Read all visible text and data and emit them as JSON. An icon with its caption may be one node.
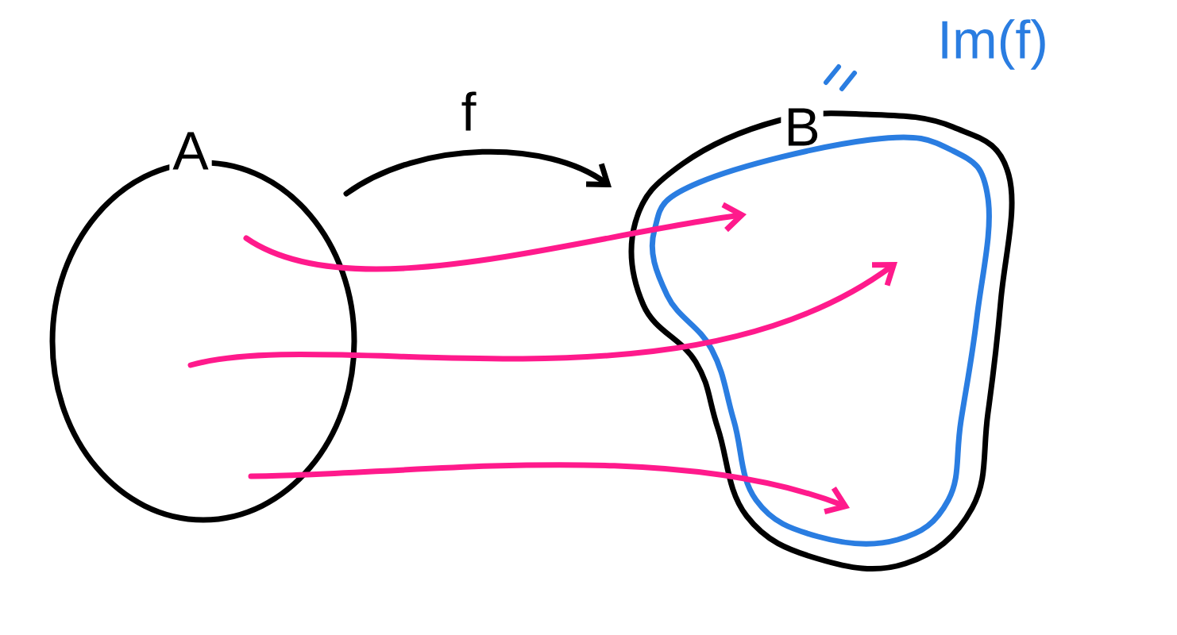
{
  "diagram": {
    "nodes": [
      {
        "text": [
          "A"
        ]
      },
      {
        "text": [
          "B"
        ]
      },
      {
        "text": [
          "Im(f)"
        ],
        "in": 1
      }
    ],
    "edges": [
      {
        "from": 0,
        "to": 1,
        "arrow": "to",
        "label": "f",
        "color": "#000000"
      },
      {
        "from": 0,
        "to": 2,
        "arrow": "to",
        "color": "#ff1a8c"
      },
      {
        "from": 0,
        "to": 2,
        "arrow": "to",
        "color": "#ff1a8c"
      },
      {
        "from": 0,
        "to": 2,
        "arrow": "to",
        "color": "#ff1a8c"
      }
    ]
  }
}
